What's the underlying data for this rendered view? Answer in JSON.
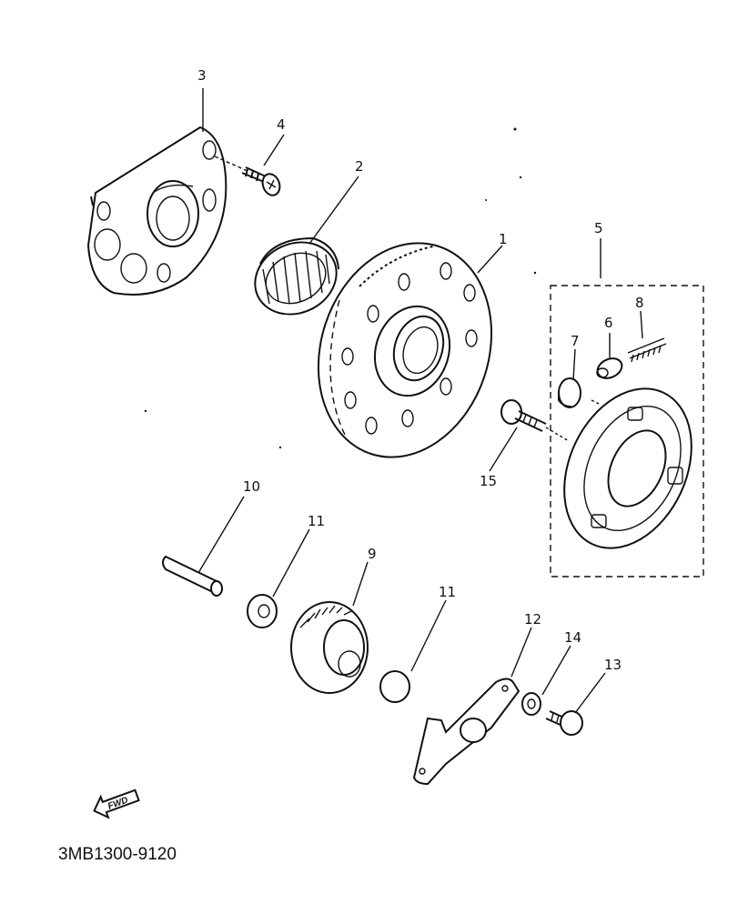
{
  "diagram": {
    "part_code": "3MB1300-9120",
    "fwd_label": "FWD",
    "callouts": {
      "c1": "1",
      "c2": "2",
      "c3": "3",
      "c4": "4",
      "c5": "5",
      "c6": "6",
      "c7": "7",
      "c8": "8",
      "c9": "9",
      "c10": "10",
      "c11a": "11",
      "c11b": "11",
      "c12": "12",
      "c13": "13",
      "c14": "14",
      "c15": "15"
    }
  }
}
